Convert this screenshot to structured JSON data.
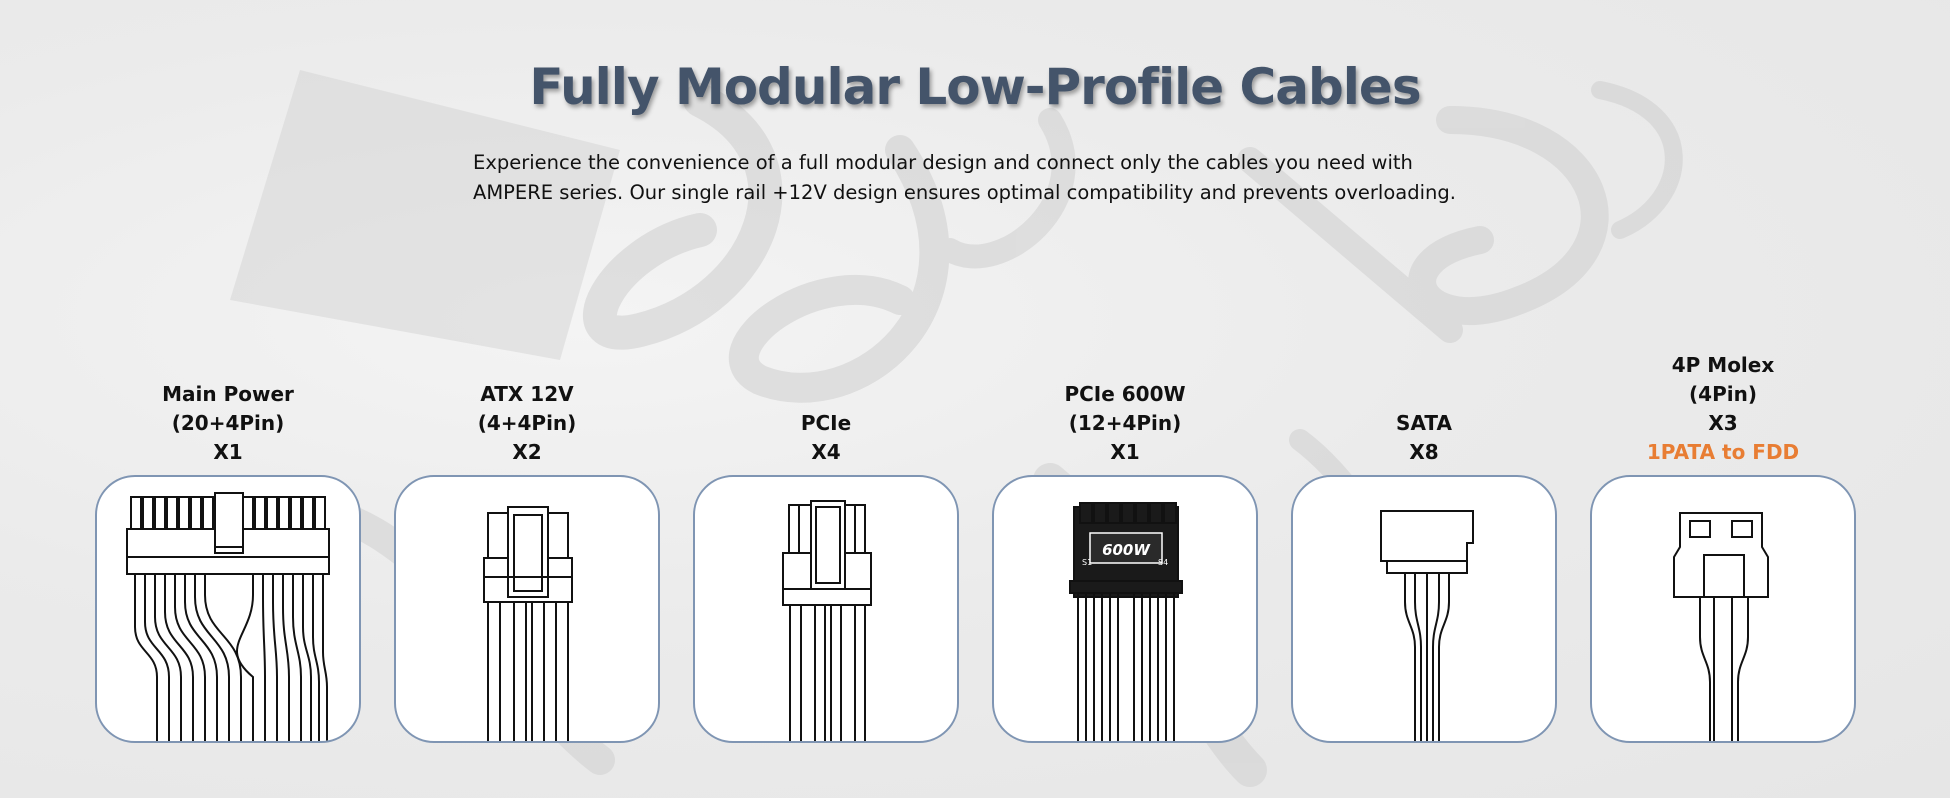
{
  "title": "Fully Modular Low-Profile Cables",
  "description": [
    "Experience the convenience of a full modular design and connect only the cables you need with",
    "AMPERE series. Our single rail +12V design ensures optimal compatibility and prevents overloading."
  ],
  "connectors": [
    {
      "lines": [
        "Main Power",
        "(20+4Pin)",
        "X1"
      ],
      "note": "",
      "icon": "atx-24pin-connector-icon"
    },
    {
      "lines": [
        "ATX 12V",
        "(4+4Pin)",
        "X2"
      ],
      "note": "",
      "icon": "eps-8pin-connector-icon"
    },
    {
      "lines": [
        "PCIe",
        "X4"
      ],
      "note": "",
      "icon": "pcie-8pin-connector-icon"
    },
    {
      "lines": [
        "PCIe 600W",
        "(12+4Pin)",
        "X1"
      ],
      "note": "",
      "icon": "12vhpwr-connector-icon",
      "chip_text": "600W",
      "pin_labels": [
        "S1",
        "S4"
      ]
    },
    {
      "lines": [
        "SATA",
        "X8"
      ],
      "note": "",
      "icon": "sata-connector-icon"
    },
    {
      "lines": [
        "4P Molex",
        "(4Pin)",
        "X3"
      ],
      "note": "1PATA to FDD",
      "icon": "molex-connector-icon"
    }
  ],
  "colors": {
    "title": "#44546a",
    "frame_border": "#7f95b3",
    "note": "#e87d33",
    "text": "#111111"
  }
}
